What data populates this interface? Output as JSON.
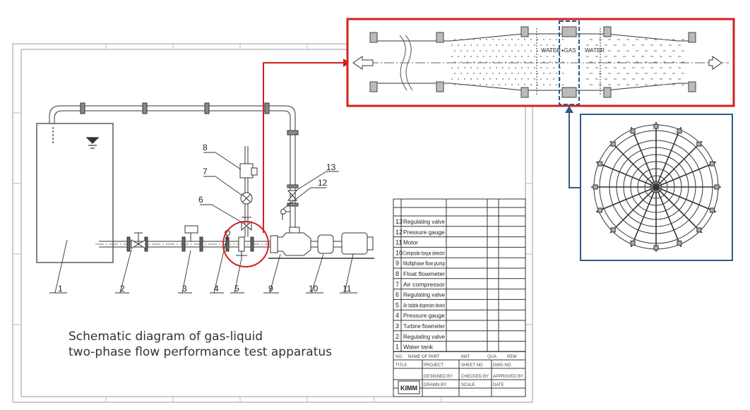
{
  "caption": {
    "line1": "Schematic diagram of gas-liquid",
    "line2": "two-phase flow performance test apparatus"
  },
  "callouts": [
    "1",
    "2",
    "3",
    "4",
    "5",
    "6",
    "7",
    "8",
    "9",
    "10",
    "11",
    "12",
    "13"
  ],
  "parts_list": [
    {
      "no": "13",
      "name": "Regulating valve"
    },
    {
      "no": "12",
      "name": "Pressure gauge"
    },
    {
      "no": "11",
      "name": "Motor"
    },
    {
      "no": "10",
      "name": "Composite torque detector"
    },
    {
      "no": "9",
      "name": "Multiphase flow pump"
    },
    {
      "no": "8",
      "name": "Float flowmeter"
    },
    {
      "no": "7",
      "name": "Air compressor"
    },
    {
      "no": "6",
      "name": "Regulating valve"
    },
    {
      "no": "5",
      "name": "Air bubble dispersion device"
    },
    {
      "no": "4",
      "name": "Pressure gauge"
    },
    {
      "no": "3",
      "name": "Turbine flowmeter"
    },
    {
      "no": "2",
      "name": "Regulating valve"
    },
    {
      "no": "1",
      "name": "Water tank"
    }
  ],
  "table_header": [
    "NO",
    "NAME OF PART",
    "MAT",
    "QUA",
    "REM"
  ],
  "title_block": {
    "title": "TITLE",
    "project": "PROJECT",
    "sheet_no": "SHEET NO",
    "dwg_no": "DWG NO",
    "designed_by": "DESIGNED BY",
    "checked_by": "CHECKED BY",
    "approved_by": "APPROVED BY",
    "drawn_by": "DRAWN BY",
    "scale": "SCALE",
    "date": "DATE",
    "logo": "KIMM"
  },
  "detail_labels": {
    "water_gas": "WATER+GAS",
    "water": "WATER"
  },
  "colors": {
    "highlight_red": "#d42020",
    "detail_blue": "#2e5a8a",
    "line": "#333333"
  }
}
